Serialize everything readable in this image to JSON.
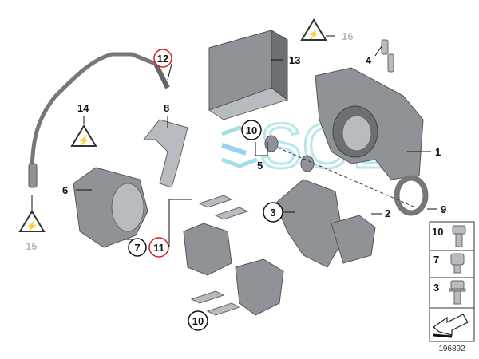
{
  "diagram": {
    "catalog_number": "196892",
    "watermark": "SOL",
    "labels": {
      "p1": "1",
      "p2": "2",
      "p3": "3",
      "p4": "4",
      "p5": "5",
      "p6": "6",
      "p7": "7",
      "p8": "8",
      "p9": "9",
      "p10a": "10",
      "p10b": "10",
      "p11": "11",
      "p12": "12",
      "p13": "13",
      "p14": "14",
      "p15": "15",
      "p16": "16"
    },
    "legend": [
      {
        "label": "10",
        "icon": "hex-bolt-icon"
      },
      {
        "label": "7",
        "icon": "socket-screw-icon"
      },
      {
        "label": "3",
        "icon": "flange-bolt-icon"
      },
      {
        "label": "",
        "icon": "arrow-icon"
      }
    ],
    "colors": {
      "highlight_circle": "#d62020",
      "watermark": "#7fd3dc"
    }
  }
}
